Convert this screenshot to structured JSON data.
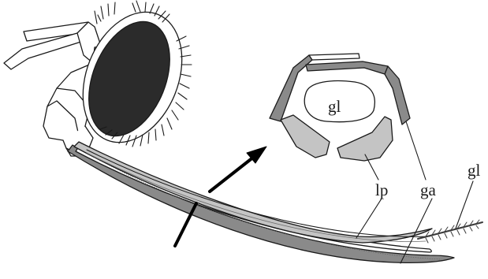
{
  "labels": {
    "glossa_center": "gl",
    "labial_palp": "lp",
    "galea": "ga",
    "glossa_tip": "gl"
  },
  "colors": {
    "eye": "#2b2b2b",
    "galea_fill": "#8a8a8a",
    "labial_palp_fill": "#c4c4c4",
    "outline": "#1a1a1a",
    "background": "#ffffff"
  },
  "icons": {
    "pointer": "arrow-icon",
    "section_marker": "cut-line-icon"
  }
}
